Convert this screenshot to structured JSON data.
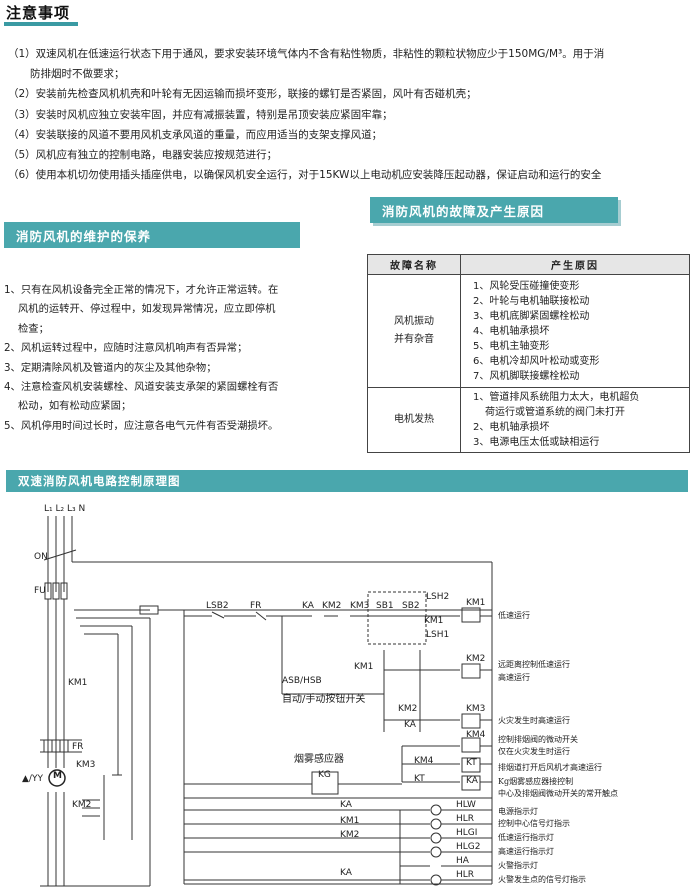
{
  "header": {
    "title": "注意事项"
  },
  "notes": [
    "（1）双速风机在低速运行状态下用于通风，要求安装环境气体内不含有粘性物质，非粘性的颗粒状物应少于150MG/M³。用于消",
    "防排烟时不做要求；",
    "（2）安装前先检查风机机壳和叶轮有无因运输而损坏变形，联接的螺钉是否紧固，风叶有否碰机壳；",
    "（3）安装时风机应独立安装牢固，并应有减振装置，特别是吊顶安装应紧固牢靠；",
    "（4）安装联接的风道不要用风机支承风道的重量，而应用适当的支架支撑风道；",
    "（5）风机应有独立的控制电路，电器安装应按规范进行；",
    "（6）使用本机切勿使用插头插座供电，以确保风机安全运行，对于15KW以上电动机应安装降压起动器，保证启动和运行的安全"
  ],
  "fault_section": {
    "title": "消防风机的故障及产生原因",
    "headers": [
      "故障名称",
      "产生原因"
    ],
    "rows": [
      {
        "name_lines": [
          "风机振动",
          "并有杂音"
        ],
        "causes": [
          "1、风轮受压碰撞使变形",
          "2、叶轮与电机轴联接松动",
          "3、电机底脚紧固螺栓松动",
          "4、电机轴承损坏",
          "5、电机主轴变形",
          "6、电机冷却风叶松动或变形",
          "7、风机脚联接螺栓松动"
        ]
      },
      {
        "name_lines": [
          "电机发热"
        ],
        "causes": [
          "1、管道排风系统阻力太大，电机超负",
          "荷运行或管道系统的阀门未打开",
          "2、电机轴承损坏",
          "3、电源电压太低或缺相运行"
        ]
      }
    ]
  },
  "maintenance": {
    "title": "消防风机的维护的保养",
    "lines": [
      "1、只有在风机设备完全正常的情况下，才允许正常运转。在",
      "风机的运转开、停过程中，如发现异常情况，应立即停机",
      "检查；",
      "2、风机运转过程中，应随时注意风机响声有否异常；",
      "3、定期清除风机及管道内的灰尘及其他杂物；",
      "4、注意检查风机安装螺栓、风道安装支承架的紧固螺栓有否",
      "松动，如有松动应紧固；",
      "5、风机停用时间过长时，应注意各电气元件有否受潮损坏。"
    ]
  },
  "diagram": {
    "title": "双速消防风机电路控制原理图",
    "labels": {
      "phases": "L₁ L₂ L₃ N",
      "on": "ON",
      "fu": "FU",
      "km1_main": "KM1",
      "fr_main": "FR",
      "km3_main": "KM3",
      "km2_main": "KM2",
      "motor": "M",
      "motor_label": "▲/YY",
      "lsb2": "LSB2",
      "fr": "FR",
      "ka": "KA",
      "km2": "KM2",
      "km3": "KM3",
      "sb1": "SB1",
      "sb2": "SB2",
      "lsh2": "LSH2",
      "km1_r": "KM1",
      "km1_s": "KM1",
      "lsh1": "LSH1",
      "asb": "ASB/HSB",
      "auto": "自动/手动按钮开关",
      "km1_b": "KM1",
      "km2_b": "KM2",
      "ka_b": "KA",
      "smoke": "烟雾感应器",
      "kg": "KG",
      "km4_c": "KM4",
      "kt_c": "KT",
      "ka_c": "KA",
      "km1_coil": "KM1",
      "km2_coil": "KM2",
      "km3_coil": "KM3",
      "km4_coil": "KM4",
      "kt_coil": "KT",
      "ka_coil": "KA",
      "ka_l1": "KA",
      "km1_l": "KM1",
      "km2_l": "KM2",
      "ka_l2": "KA",
      "hlw": "HLW",
      "hlr": "HLR",
      "hlg1": "HLGI",
      "hlg2": "HLG2",
      "ha": "HA",
      "hlr2": "HLR"
    },
    "notes": [
      "低速运行",
      "远距离控制低速运行",
      "高速运行",
      "火灾发生时高速运行",
      "控制排烟阀的微动开关",
      "仅在火灾发生时运行",
      "排烟道打开后风机才高速运行",
      "Kg烟雾感应器接控制",
      "中心及排烟阀微动开关的常开触点",
      "电源指示灯",
      "控制中心信号灯指示",
      "低速运行指示灯",
      "高速运行指示灯",
      "火警指示灯",
      "火警发生点的信号灯指示"
    ]
  }
}
